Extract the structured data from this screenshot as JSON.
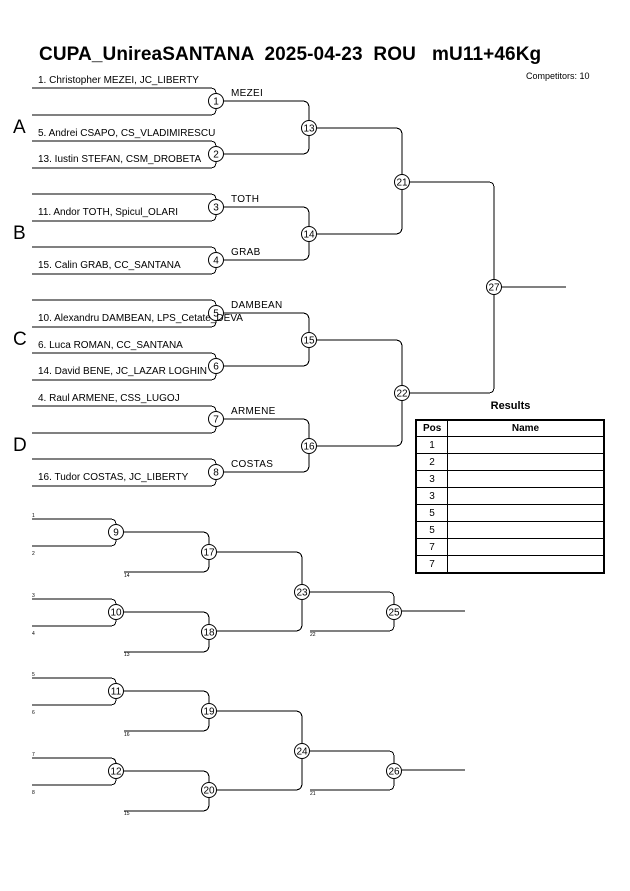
{
  "header": {
    "title": "CUPA_UnireaSANTANA  2025-04-23  ROU   mU11+46Kg",
    "competitors": "Competitors: 10"
  },
  "pools": [
    "A",
    "B",
    "C",
    "D"
  ],
  "entries": [
    "1. Christopher MEZEI, JC_LIBERTY",
    "5. Andrei CSAPO, CS_VLADIMIRESCU",
    "13. Iustin STEFAN, CSM_DROBETA",
    "11. Andor TOTH, Spicul_OLARI",
    "15. Calin GRAB, CC_SANTANA",
    "10. Alexandru DAMBEAN, LPS_Cetate_DEVA",
    "6. Luca ROMAN, CC_SANTANA",
    "14. David BENE, JC_LAZAR LOGHIN",
    "4. Raul ARMENE, CSS_LUGOJ",
    "16. Tudor COSTAS, JC_LIBERTY"
  ],
  "winners": [
    "MEZEI",
    "TOTH",
    "GRAB",
    "DAMBEAN",
    "ARMENE",
    "COSTAS"
  ],
  "repechage_labels": {
    "main": [
      "1",
      "2",
      "3",
      "4",
      "5",
      "6",
      "7",
      "8"
    ],
    "secondary": [
      "14",
      "13",
      "22",
      "16",
      "15",
      "21"
    ]
  },
  "results": {
    "title": "Results",
    "col_pos": "Pos",
    "col_name": "Name",
    "rows": [
      {
        "pos": "1",
        "name": ""
      },
      {
        "pos": "2",
        "name": ""
      },
      {
        "pos": "3",
        "name": ""
      },
      {
        "pos": "3",
        "name": ""
      },
      {
        "pos": "5",
        "name": ""
      },
      {
        "pos": "5",
        "name": ""
      },
      {
        "pos": "7",
        "name": ""
      },
      {
        "pos": "7",
        "name": ""
      }
    ]
  },
  "matches": [
    "1",
    "2",
    "3",
    "4",
    "5",
    "6",
    "7",
    "8",
    "9",
    "10",
    "11",
    "12",
    "13",
    "14",
    "15",
    "16",
    "17",
    "18",
    "19",
    "20",
    "21",
    "22",
    "23",
    "24",
    "25",
    "26",
    "27"
  ]
}
